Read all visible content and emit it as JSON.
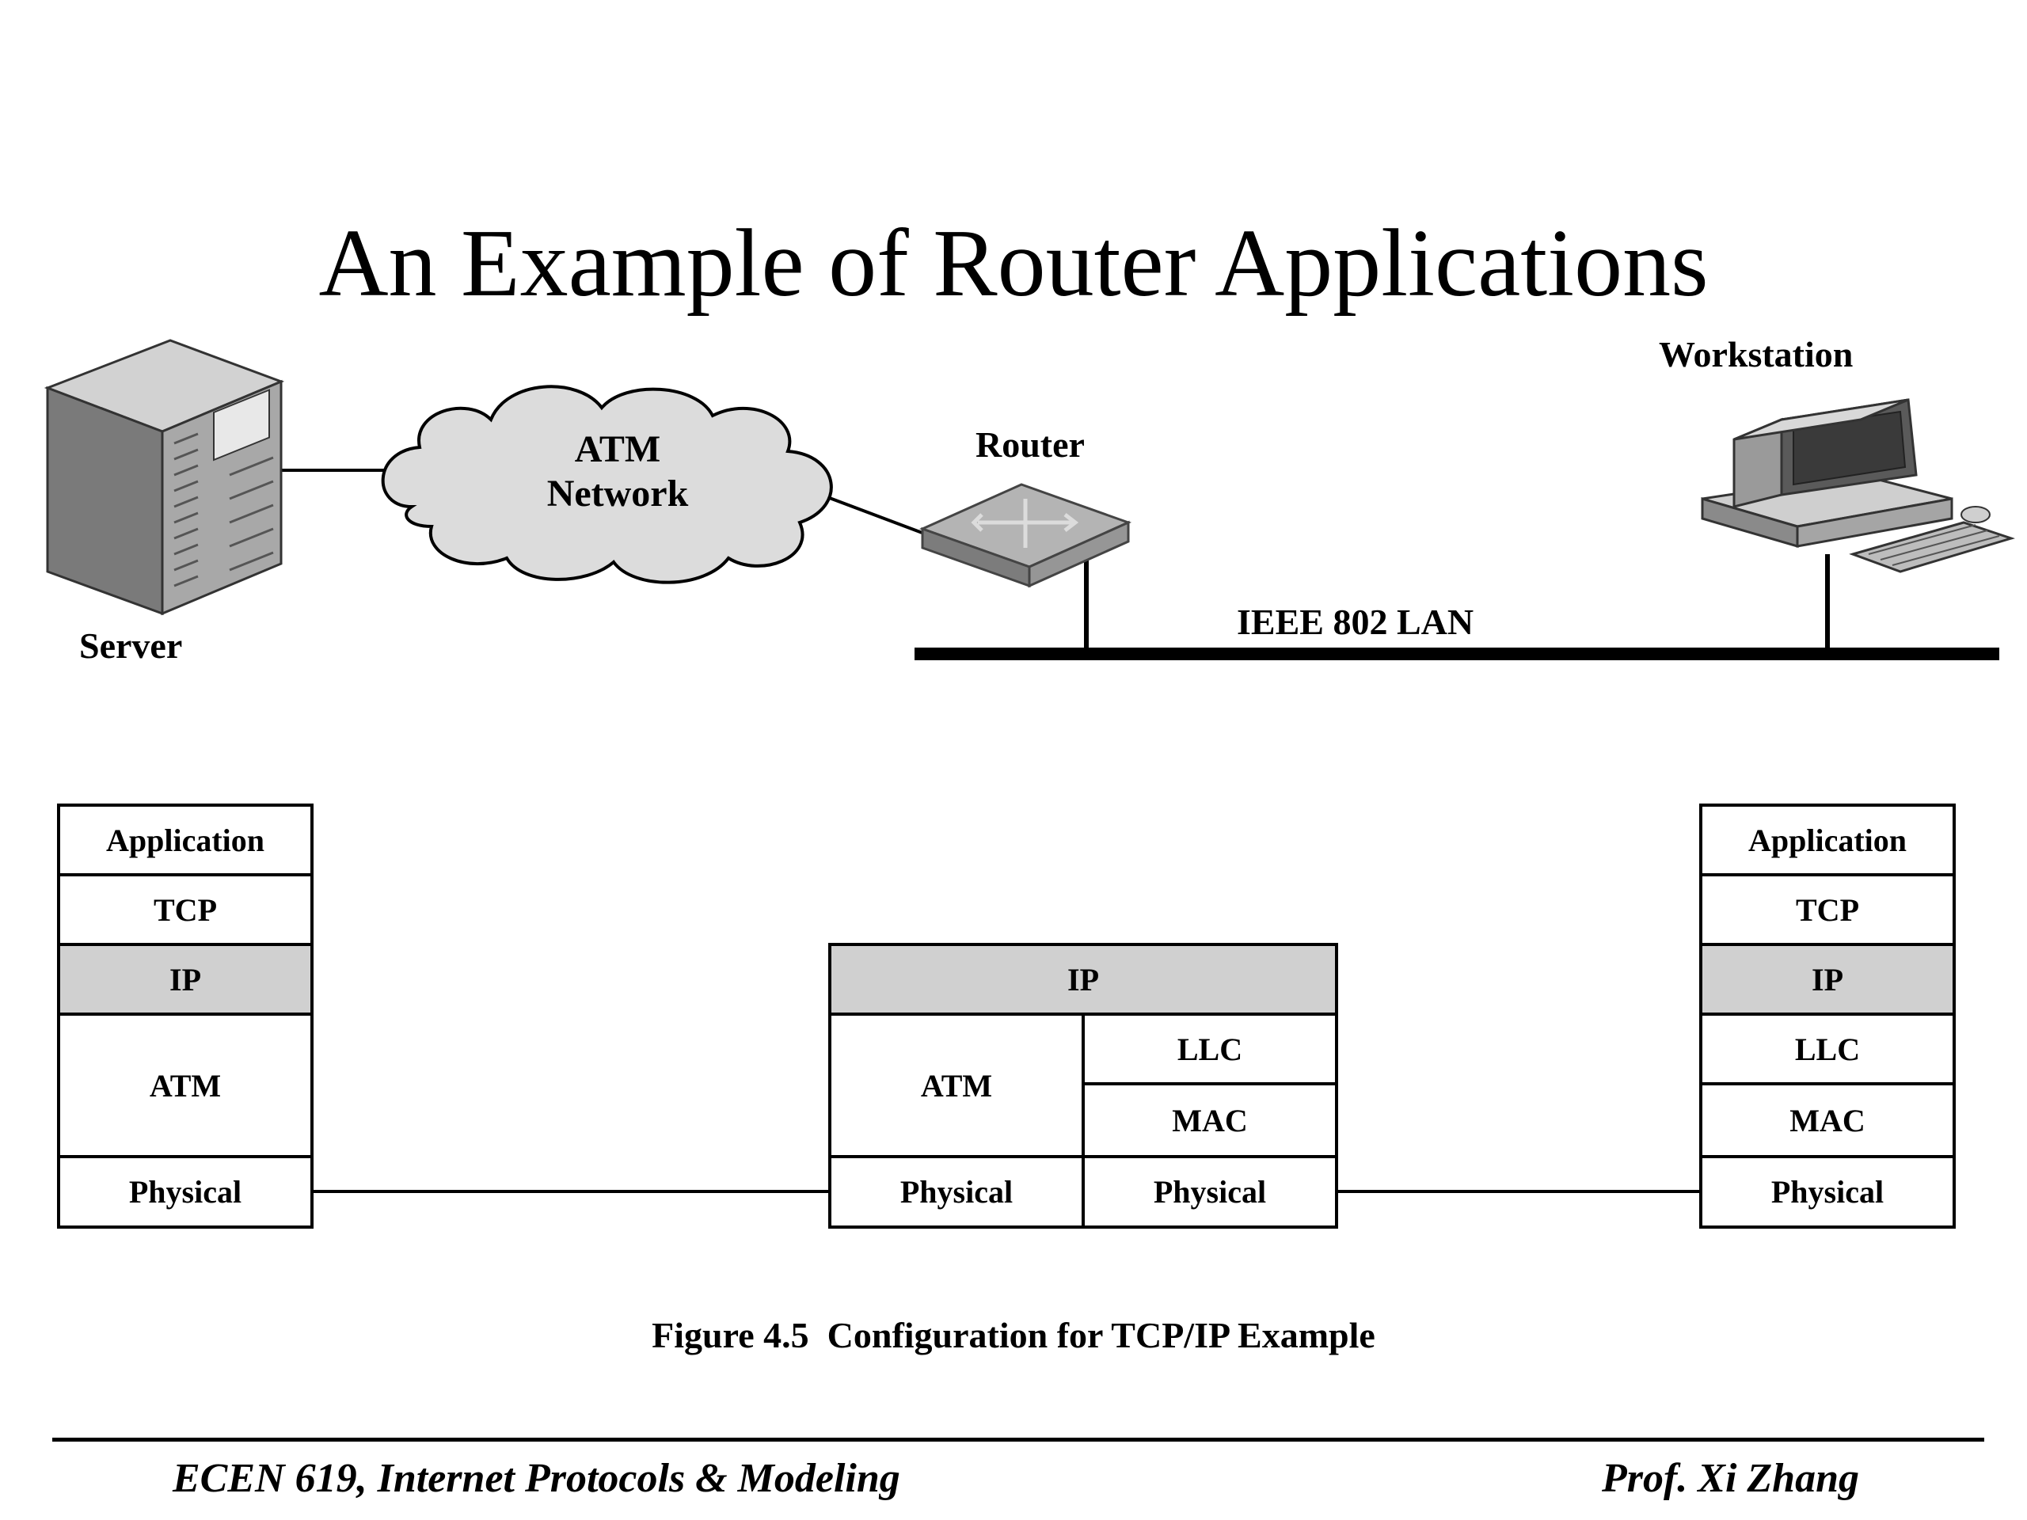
{
  "slide": {
    "title": "An Example of Router Applications",
    "footer_left": "ECEN 619, Internet Protocols & Modeling",
    "footer_right": "Prof. Xi Zhang"
  },
  "network": {
    "server_label": "Server",
    "cloud_line1": "ATM",
    "cloud_line2": "Network",
    "router_label": "Router",
    "workstation_label": "Workstation",
    "lan_label": "IEEE 802 LAN"
  },
  "stacks": {
    "server": {
      "application": "Application",
      "tcp": "TCP",
      "ip": "IP",
      "atm": "ATM",
      "physical": "Physical"
    },
    "router": {
      "ip": "IP",
      "atm": "ATM",
      "llc": "LLC",
      "mac": "MAC",
      "physical_left": "Physical",
      "physical_right": "Physical"
    },
    "workstation": {
      "application": "Application",
      "tcp": "TCP",
      "ip": "IP",
      "llc": "LLC",
      "mac": "MAC",
      "physical": "Physical"
    }
  },
  "caption": "Figure 4.5  Configuration for TCP/IP Example",
  "colors": {
    "highlight": "#d0d0d0",
    "cloud": "#dcdcdc"
  }
}
